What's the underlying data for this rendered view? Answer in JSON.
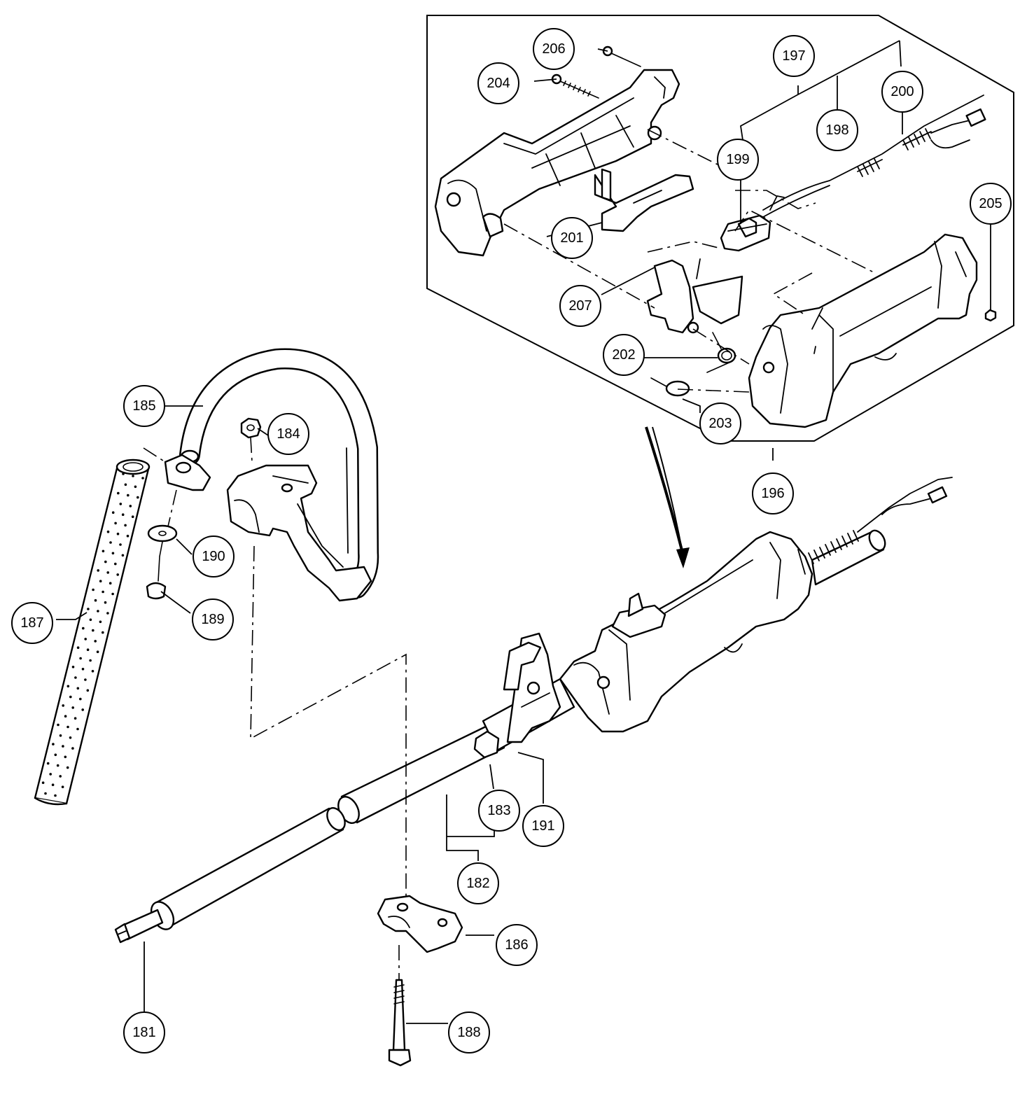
{
  "callouts": [
    {
      "id": "181",
      "label": "181"
    },
    {
      "id": "182",
      "label": "182"
    },
    {
      "id": "183",
      "label": "183"
    },
    {
      "id": "184",
      "label": "184"
    },
    {
      "id": "185",
      "label": "185"
    },
    {
      "id": "186",
      "label": "186"
    },
    {
      "id": "187",
      "label": "187"
    },
    {
      "id": "188",
      "label": "188"
    },
    {
      "id": "189",
      "label": "189"
    },
    {
      "id": "190",
      "label": "190"
    },
    {
      "id": "191",
      "label": "191"
    },
    {
      "id": "196",
      "label": "196"
    },
    {
      "id": "197",
      "label": "197"
    },
    {
      "id": "198",
      "label": "198"
    },
    {
      "id": "199",
      "label": "199"
    },
    {
      "id": "200",
      "label": "200"
    },
    {
      "id": "201",
      "label": "201"
    },
    {
      "id": "202",
      "label": "202"
    },
    {
      "id": "203",
      "label": "203"
    },
    {
      "id": "204",
      "label": "204"
    },
    {
      "id": "205",
      "label": "205"
    },
    {
      "id": "206",
      "label": "206"
    },
    {
      "id": "207",
      "label": "207"
    }
  ]
}
